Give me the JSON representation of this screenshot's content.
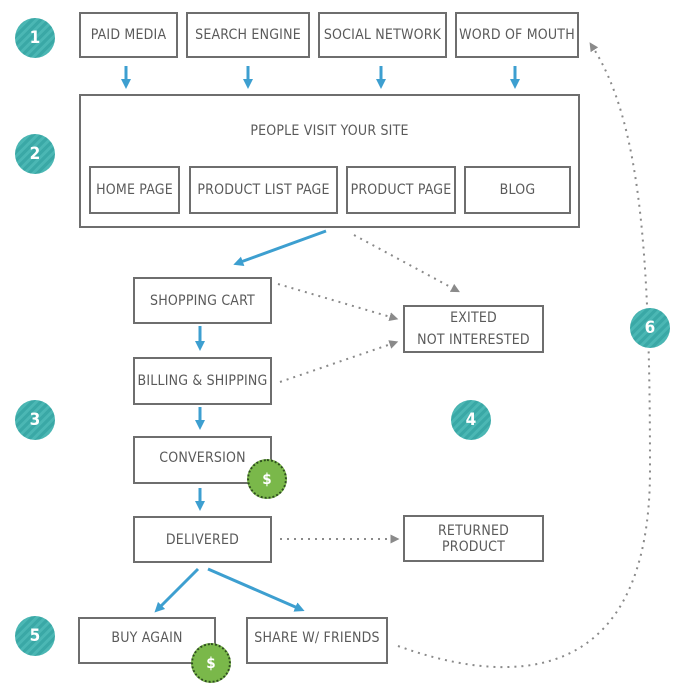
{
  "steps": [
    "1",
    "2",
    "3",
    "4",
    "5",
    "6"
  ],
  "sources": {
    "paid_media": "PAID MEDIA",
    "search_engine": "SEARCH ENGINE",
    "social_network": "SOCIAL NETWORK",
    "word_of_mouth": "WORD OF MOUTH"
  },
  "site": {
    "title": "PEOPLE VISIT YOUR SITE",
    "home_page": "HOME PAGE",
    "product_list_page": "PRODUCT LIST PAGE",
    "product_page": "PRODUCT PAGE",
    "blog": "BLOG"
  },
  "funnel": {
    "shopping_cart": "SHOPPING CART",
    "billing_shipping": "BILLING & SHIPPING",
    "conversion": "CONVERSION",
    "delivered": "DELIVERED",
    "buy_again": "BUY AGAIN",
    "share_friends": "SHARE W/ FRIENDS"
  },
  "exits": {
    "exited_line1": "EXITED",
    "exited_line2": "NOT INTERESTED",
    "returned": "RETURNED PRODUCT"
  },
  "dollar_symbol": "$",
  "colors": {
    "step_teal": "#3aa8a6",
    "arrow_blue": "#3d9fd0",
    "dotted_gray": "#8a8a8a",
    "dollar_green": "#7ab84a"
  }
}
